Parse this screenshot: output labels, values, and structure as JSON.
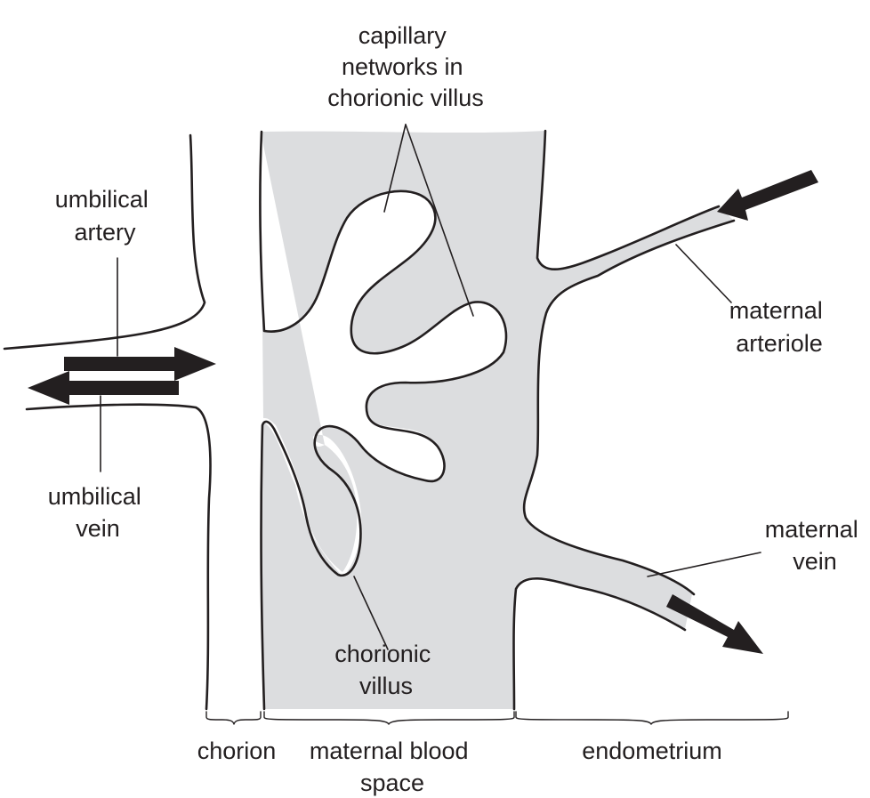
{
  "colors": {
    "ink": "#231f20",
    "blood_space_fill": "#dcdddf",
    "background": "#ffffff"
  },
  "labels": {
    "capillary_networks": [
      "capillary",
      "networks in",
      "chorionic villus"
    ],
    "umbilical_artery": [
      "umbilical",
      "artery"
    ],
    "umbilical_vein": [
      "umbilical",
      "vein"
    ],
    "maternal_arteriole": [
      "maternal",
      "arteriole"
    ],
    "maternal_vein": [
      "maternal",
      "vein"
    ],
    "chorionic_villus": [
      "chorionic",
      "villus"
    ],
    "chorion": "chorion",
    "maternal_blood_space": [
      "maternal blood",
      "space"
    ],
    "endometrium": "endometrium"
  }
}
